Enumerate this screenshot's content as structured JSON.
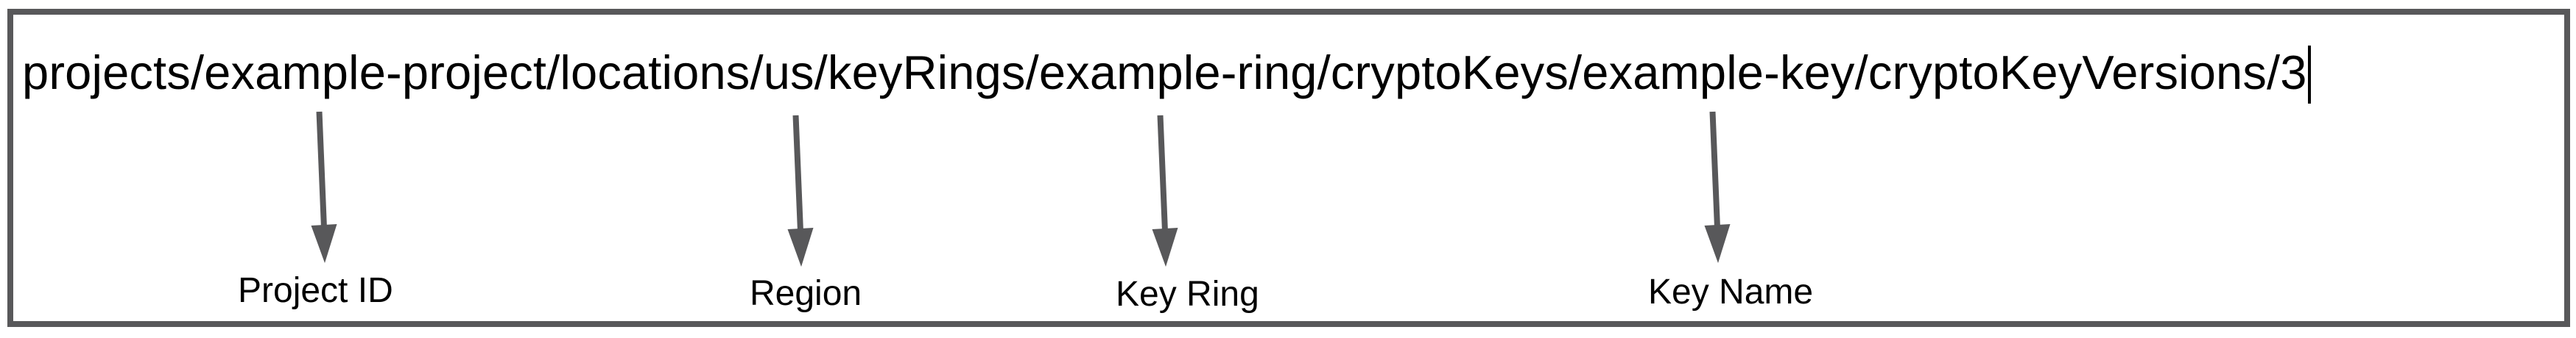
{
  "input_box": {
    "resource_path": "projects/example-project/locations/us/keyRings/example-ring/cryptoKeys/example-key/cryptoKeyVersions/3"
  },
  "annotations": {
    "labels": [
      {
        "text": "Project ID"
      },
      {
        "text": "Region"
      },
      {
        "text": "Key Ring"
      },
      {
        "text": "Key Name"
      }
    ]
  },
  "colors": {
    "arrow": "#58585a",
    "border": "#58585a",
    "text": "#000000",
    "caret": "#000000",
    "background": "#ffffff"
  }
}
